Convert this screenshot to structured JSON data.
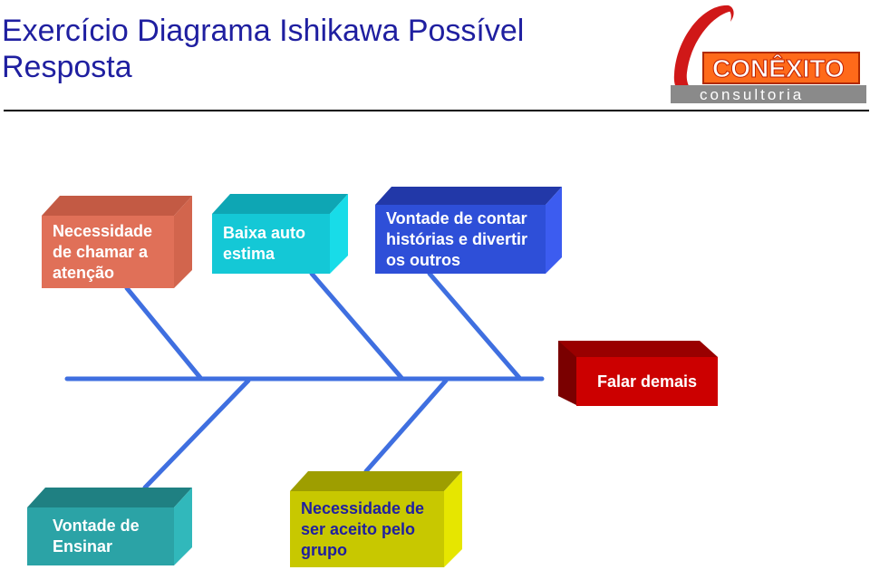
{
  "title": "Exercício Diagrama Ishikawa  Possível Resposta",
  "logo": {
    "brand": "CONÊXITO",
    "sub": "consultoria"
  },
  "effect": {
    "label": "Falar demais",
    "color": "#cc0000"
  },
  "causes": {
    "top": [
      {
        "label": "Necessidade de chamar a atenção",
        "color": "#e07058"
      },
      {
        "label": "Baixa auto estima",
        "color": "#14c8d6"
      },
      {
        "label": "Vontade de contar histórias e divertir os outros",
        "color": "#2e4fd8"
      }
    ],
    "bottom": [
      {
        "label": "Vontade de Ensinar",
        "color": "#2ba3a6"
      },
      {
        "label": "Necessidade de ser aceito pelo grupo",
        "color": "#c8c800"
      }
    ]
  },
  "line_color": "#3f6fe0"
}
